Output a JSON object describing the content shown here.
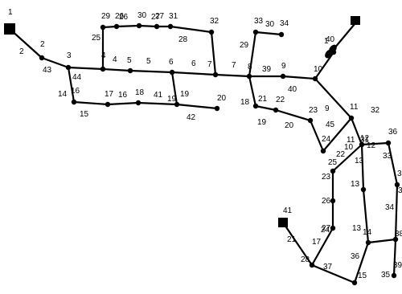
{
  "node_labels": {
    "A": "1",
    "B": "2",
    "C": "3",
    "D": "4",
    "E": "5",
    "F": "6",
    "G": "7",
    "H": "29",
    "I": "26",
    "J": "30",
    "K": "27",
    "L": "31",
    "M": "32",
    "N": "16",
    "O": "17",
    "P": "18",
    "Q": "19",
    "R": "20",
    "S": "8",
    "T": "9",
    "U": "10",
    "V": "33",
    "W": "34",
    "X": "1",
    "Y": "21",
    "Z": "22",
    "AA": "23",
    "AB": "24",
    "AC": "11",
    "AD": "12",
    "AE": "36",
    "AF": "37",
    "AG": "13",
    "AH": "14",
    "AI": "38",
    "AJ": "39",
    "AK": "25",
    "AL": "26",
    "AM": "27",
    "AN": "28",
    "AO": "15",
    "AP": "41"
  },
  "branch_labels": {
    "e1": "2",
    "e2": "43",
    "e3": "44",
    "e4": "4",
    "e5": "5",
    "e6": "6",
    "e7": "7",
    "e8": "25",
    "e9": "26",
    "e10": "27",
    "e11": "28",
    "e12": "14",
    "e13": "15",
    "e14": "16",
    "e15": "41",
    "e16": "19",
    "e17": "42",
    "e18": "39",
    "e19": "29",
    "e20": "30",
    "e21": "40",
    "e22": "18",
    "e23": "19",
    "e24": "20",
    "e25": "9",
    "e26": "45",
    "e27": "32",
    "e28": "31",
    "e29": "33",
    "e30": "34",
    "e31": "13",
    "e32": "13",
    "e33": "35",
    "e34": "22",
    "e35": "23",
    "e36": "24",
    "e37": "17",
    "e38": "37",
    "e39": "36",
    "e40": "12",
    "e41": "11",
    "e42": "10",
    "e43": "38",
    "e44": "3",
    "e45": "21",
    "e46": "40"
  }
}
